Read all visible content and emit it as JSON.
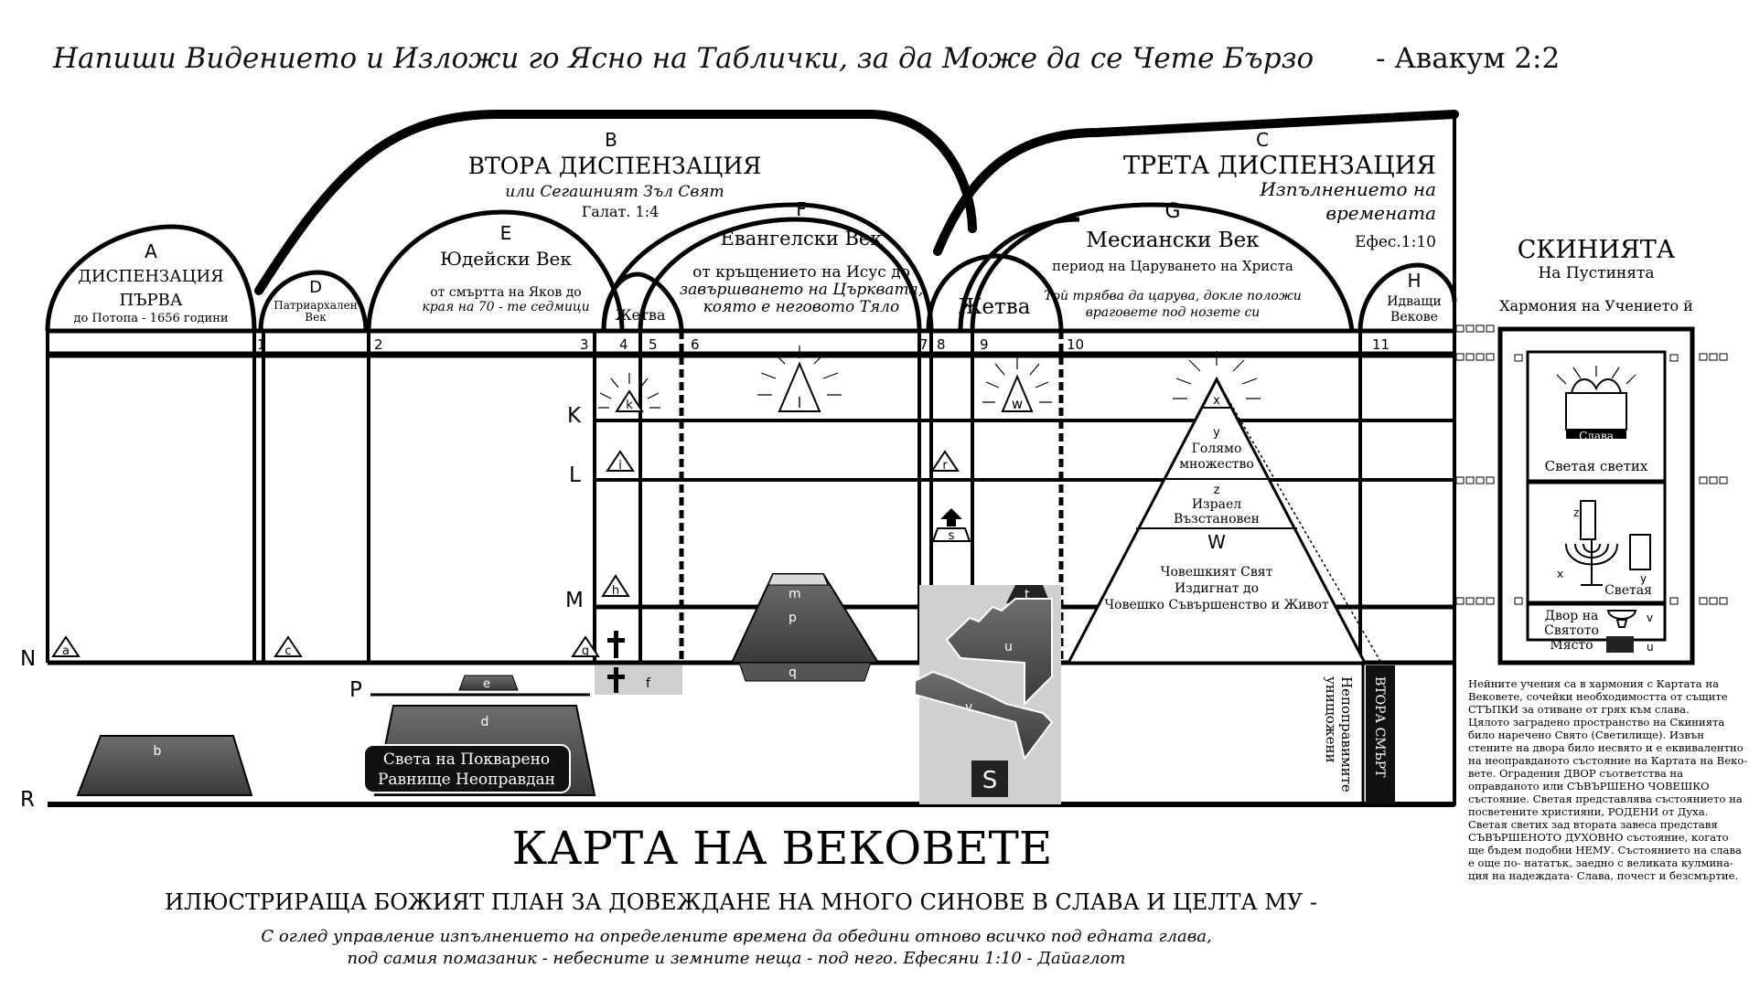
{
  "header": {
    "quote": "Напиши Видението и Изложи го Ясно на Таблички, за да Може да се Чете Бързо",
    "reference": "- Авакум 2:2"
  },
  "dispensations": {
    "A": {
      "letter": "A",
      "title1": "ДИСПЕНЗАЦИЯ",
      "title2": "ПЪРВА",
      "sub": "до Потопа - 1656 години"
    },
    "B": {
      "letter": "B",
      "title": "ВТОРА ДИСПЕНЗАЦИЯ",
      "sub": "или Сегашният Зъл Свят",
      "ref": "Галат. 1:4"
    },
    "C": {
      "letter": "C",
      "title": "ТРЕТА ДИСПЕНЗАЦИЯ",
      "sub1": "Изпълнението на",
      "sub2": "времената",
      "ref": "Ефес.1:10"
    }
  },
  "ages": {
    "D": {
      "letter": "D",
      "line1": "Патриархален",
      "line2": "Век"
    },
    "E": {
      "letter": "E",
      "title": "Юдейски Век",
      "line1": "от смъртта на Яков до",
      "line2": "края на 70 - те седмици"
    },
    "F": {
      "letter": "F",
      "title": "Евангелски Век",
      "line1": "от кръщението на Исус до",
      "line2": "завършването на Църквата,",
      "line3": "която е неговото Тяло"
    },
    "G": {
      "letter": "G",
      "title": "Месиански Век",
      "line1": "период на Царуването на Христа",
      "line2": "Той трябва да царува, докле положи",
      "line3": "враговете под нозете си"
    },
    "H": {
      "letter": "H",
      "line1": "Идващи",
      "line2": "Векове"
    },
    "harvest1": "Жетва",
    "harvest2": "Жетва"
  },
  "numbers": [
    "1",
    "2",
    "3",
    "4",
    "5",
    "6",
    "7",
    "8",
    "9",
    "10",
    "11"
  ],
  "plane_labels": {
    "K": "K",
    "L": "L",
    "M": "M",
    "N": "N",
    "P": "P",
    "R": "R"
  },
  "markers": {
    "a": "a",
    "b": "b",
    "c": "c",
    "d": "d",
    "e": "e",
    "f": "f",
    "g": "g",
    "h": "h",
    "i": "i",
    "k": "k",
    "l": "l",
    "m": "m",
    "p": "p",
    "q": "q",
    "r": "r",
    "s": "s",
    "t": "t",
    "u": "u",
    "v": "v",
    "w": "w",
    "x": "x",
    "y": "y",
    "z": "z",
    "W": "W",
    "S": "S"
  },
  "pyramid": {
    "great_multitude1": "Голямо",
    "great_multitude2": "множество",
    "israel1": "Израел",
    "israel2": "Възстановен",
    "world1": "Човешкият Свят",
    "world2": "Издигнат до",
    "world3": "Човешко Съвършенство и Живот"
  },
  "plane_d_text": {
    "line1": "Света на Покварено",
    "line2": "Равнище Неоправдан"
  },
  "death": {
    "second_death": "ВТОРА СМЪРТ",
    "incorrigible1": "Непоправимите",
    "incorrigible2": "унищожени"
  },
  "tabernacle": {
    "title": "СКИНИЯТА",
    "subtitle": "На Пустинята",
    "harmony": "Хармония на Учението й",
    "glory": "Слава",
    "holiest": "Светая светих",
    "holy": "Светая",
    "court1": "Двор на",
    "court2": "Святото",
    "court3": "Място",
    "x": "x",
    "y": "y",
    "z": "z",
    "u": "u",
    "v": "v"
  },
  "side_text": [
    "Нейните учения са в хармония с Картата на",
    "Вековете, сочейки необходимостта от същите",
    "СТЪПКИ за отиване от грях към слава.",
    "Цялото заградено пространство на Скинията",
    "било наречено Свято (Светилище). Извън",
    "стените на двора било несвято и е еквивалентно",
    "на неоправданото състояние на Картата на Веко-",
    "вете. Оградения ДВОР съответства на",
    "оправданото или СЪВЪРШЕНО ЧОВЕШКО",
    "състояние. Светая представлява състоянието на",
    "посветените християни, РОДЕНИ от Духа.",
    "Светая светих зад втората завеса представя",
    "СЪВЪРШЕНОТО ДУХОВНО състояние, когато",
    "ще бъдем подобни НЕМУ. Състоянието на слава",
    "е още по- нататък, заедно с великата кулмина-",
    "ция на надеждата- Слава, почест и безсмъртие."
  ],
  "footer": {
    "title": "КАРТА НА ВЕКОВЕТЕ",
    "subtitle": "ИЛЮСТРИРАЩА БОЖИЯТ ПЛАН ЗА ДОВЕЖДАНЕ НА МНОГО СИНОВЕ В СЛАВА И ЦЕЛТА МУ  -",
    "verse1": "С оглед управление изпълнението на определените времена да обедини отново всичко под едната глава,",
    "verse2": "под самия помазаник - небесните и земните неща - под него. Ефесяни 1:10 - Дайаглот"
  }
}
